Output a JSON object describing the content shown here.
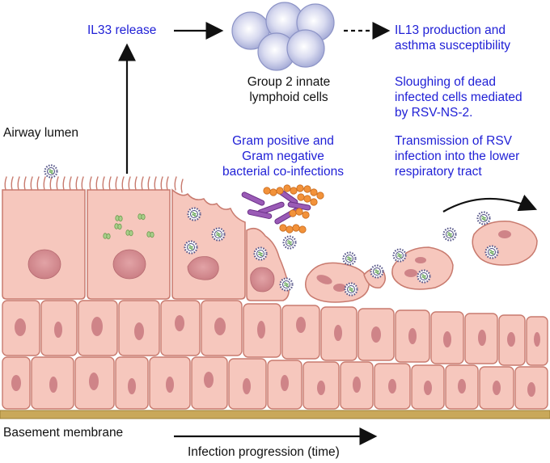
{
  "labels": {
    "il33_release": "IL33 release",
    "ilc2": [
      "Group 2 innate",
      "lymphoid cells"
    ],
    "il13": [
      "IL13 production and",
      "asthma susceptibility"
    ],
    "sloughing": [
      "Sloughing of dead",
      "infected cells mediated",
      "by RSV-NS-2."
    ],
    "transmission": [
      "Transmission of RSV",
      "infection into the lower",
      "respiratory tract"
    ],
    "coinfection": [
      "Gram positive and",
      "Gram negative",
      "bacterial co-infections"
    ],
    "airway_lumen": "Airway lumen",
    "basement_membrane": "Basement membrane",
    "infection_progression": "Infection progression (time)"
  },
  "colors": {
    "label_blue": "#1f1fd6",
    "cell_fill": "#f7c9bf",
    "cell_stroke": "#c9786c",
    "nucleus": "#d98f92",
    "basement": "#c9a85a",
    "virus": "#6a6a9a",
    "bacteria_purple": "#8d4fa8",
    "bacteria_orange": "#f08a2c",
    "ilc_fill": "#c9c9e6"
  }
}
